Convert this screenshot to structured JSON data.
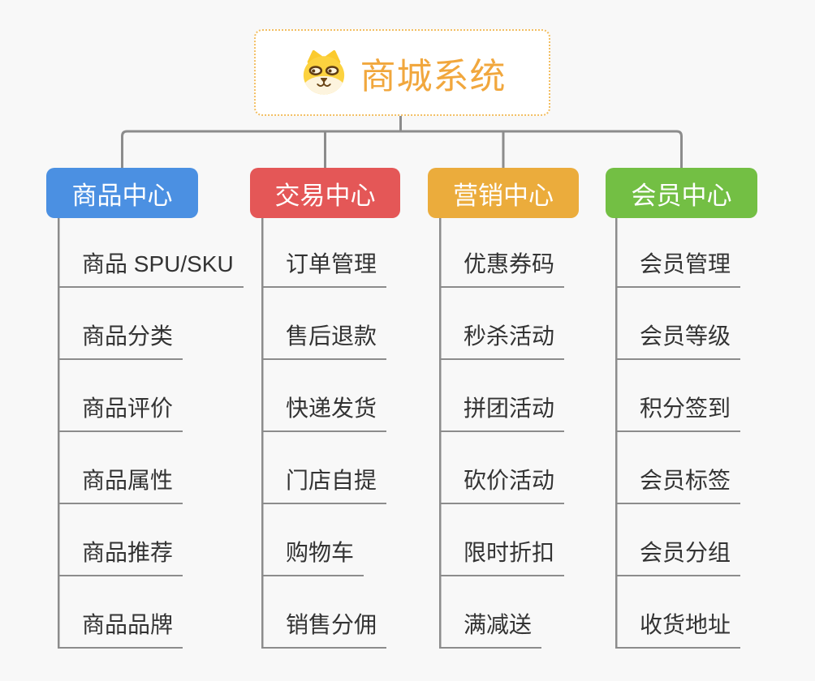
{
  "root": {
    "title": "商城系统",
    "icon": "dog-face-icon",
    "accent_color": "#F1A73D",
    "border_color": "#F2BE62"
  },
  "connector_color": "#8C8C8C",
  "background_color": "#F8F8F8",
  "branches": [
    {
      "label": "商品中心",
      "color": "#4B90E2",
      "items": [
        "商品 SPU/SKU",
        "商品分类",
        "商品评价",
        "商品属性",
        "商品推荐",
        "商品品牌"
      ]
    },
    {
      "label": "交易中心",
      "color": "#E45757",
      "items": [
        "订单管理",
        "售后退款",
        "快递发货",
        "门店自提",
        "购物车",
        "销售分佣"
      ]
    },
    {
      "label": "营销中心",
      "color": "#EBAC3C",
      "items": [
        "优惠券码",
        "秒杀活动",
        "拼团活动",
        "砍价活动",
        "限时折扣",
        "满减送"
      ]
    },
    {
      "label": "会员中心",
      "color": "#73BF44",
      "items": [
        "会员管理",
        "会员等级",
        "积分签到",
        "会员标签",
        "会员分组",
        "收货地址"
      ]
    }
  ]
}
